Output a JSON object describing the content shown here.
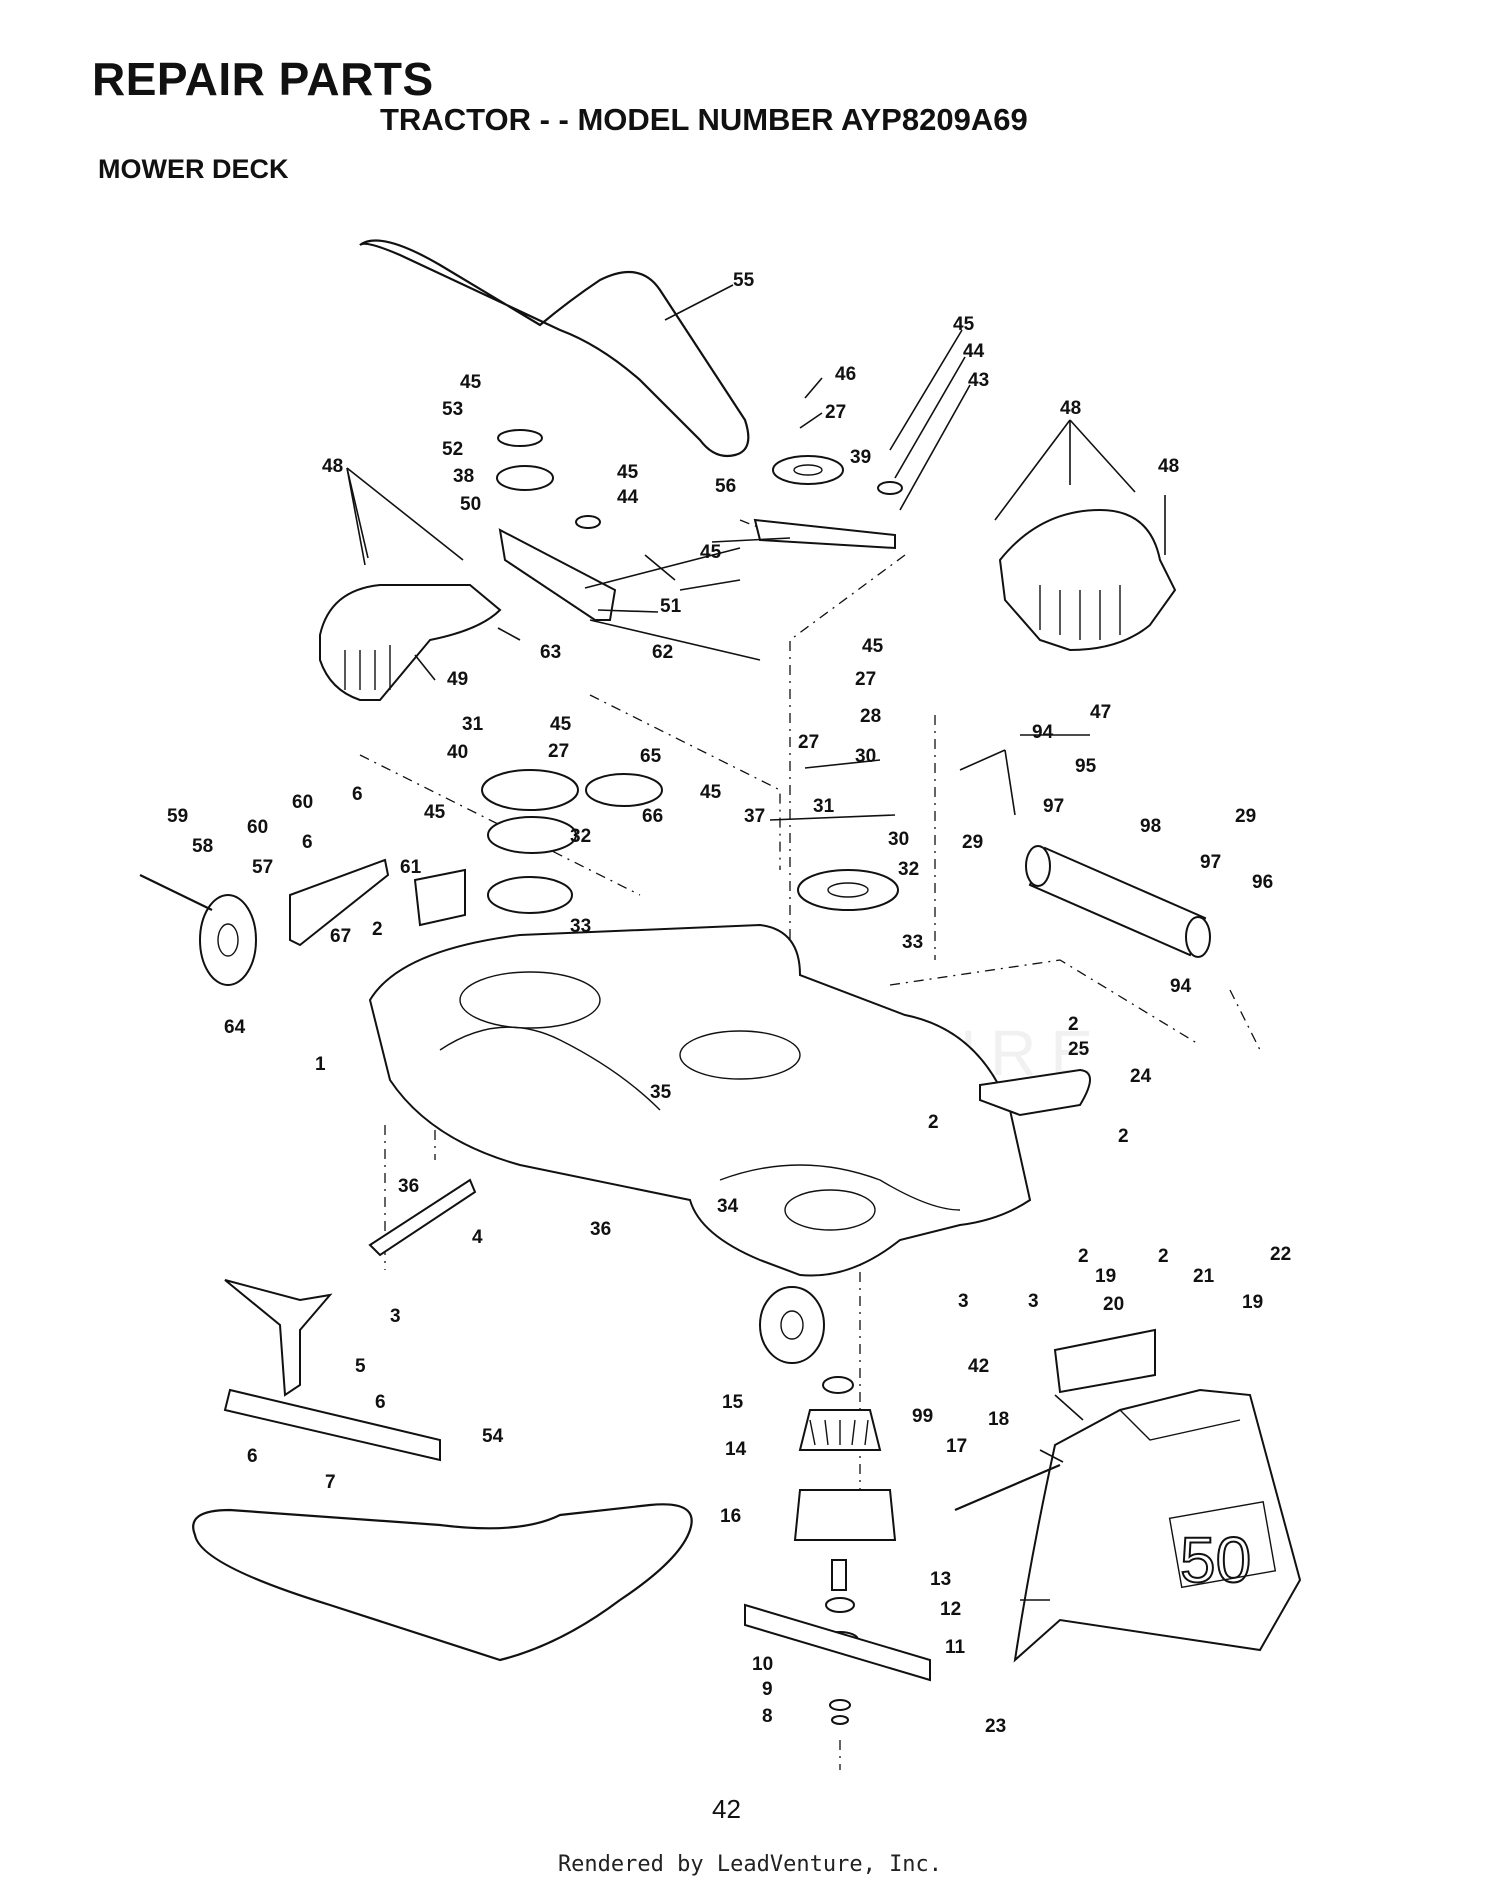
{
  "header": {
    "title": "REPAIR PARTS",
    "subtitle": "TRACTOR - - MODEL NUMBER AYP8209A69",
    "section": "MOWER DECK"
  },
  "page_number": "42",
  "footer": "Rendered by LeadVenture, Inc.",
  "watermark": "LEADVENTURE",
  "deck_badge": "50",
  "callouts": [
    {
      "id": "c55",
      "text": "55"
    },
    {
      "id": "c45a",
      "text": "45"
    },
    {
      "id": "c46",
      "text": "46"
    },
    {
      "id": "c44a",
      "text": "44"
    },
    {
      "id": "c43",
      "text": "43"
    },
    {
      "id": "c27a",
      "text": "27"
    },
    {
      "id": "c45b",
      "text": "45"
    },
    {
      "id": "c53",
      "text": "53"
    },
    {
      "id": "c39",
      "text": "39"
    },
    {
      "id": "c48a",
      "text": "48"
    },
    {
      "id": "c52",
      "text": "52"
    },
    {
      "id": "c48b",
      "text": "48"
    },
    {
      "id": "c48c",
      "text": "48"
    },
    {
      "id": "c45c",
      "text": "45"
    },
    {
      "id": "c38",
      "text": "38"
    },
    {
      "id": "c44b",
      "text": "44"
    },
    {
      "id": "c56",
      "text": "56"
    },
    {
      "id": "c50",
      "text": "50"
    },
    {
      "id": "c45d",
      "text": "45"
    },
    {
      "id": "c51",
      "text": "51"
    },
    {
      "id": "c63",
      "text": "63"
    },
    {
      "id": "c62",
      "text": "62"
    },
    {
      "id": "c45e",
      "text": "45"
    },
    {
      "id": "c49",
      "text": "49"
    },
    {
      "id": "c27b",
      "text": "27"
    },
    {
      "id": "c47",
      "text": "47"
    },
    {
      "id": "c28",
      "text": "28"
    },
    {
      "id": "c31a",
      "text": "31"
    },
    {
      "id": "c45f",
      "text": "45"
    },
    {
      "id": "c27c",
      "text": "27"
    },
    {
      "id": "c40",
      "text": "40"
    },
    {
      "id": "c27d",
      "text": "27"
    },
    {
      "id": "c65",
      "text": "65"
    },
    {
      "id": "c94a",
      "text": "94"
    },
    {
      "id": "c30a",
      "text": "30"
    },
    {
      "id": "c95",
      "text": "95"
    },
    {
      "id": "c6a",
      "text": "6"
    },
    {
      "id": "c45g",
      "text": "45"
    },
    {
      "id": "c60a",
      "text": "60"
    },
    {
      "id": "c45h",
      "text": "45"
    },
    {
      "id": "c66",
      "text": "66"
    },
    {
      "id": "c37",
      "text": "37"
    },
    {
      "id": "c31b",
      "text": "31"
    },
    {
      "id": "c97a",
      "text": "97"
    },
    {
      "id": "c59",
      "text": "59"
    },
    {
      "id": "c60b",
      "text": "60"
    },
    {
      "id": "c98",
      "text": "98"
    },
    {
      "id": "c29a",
      "text": "29"
    },
    {
      "id": "c58",
      "text": "58"
    },
    {
      "id": "c6b",
      "text": "6"
    },
    {
      "id": "c32a",
      "text": "32"
    },
    {
      "id": "c30b",
      "text": "30"
    },
    {
      "id": "c29b",
      "text": "29"
    },
    {
      "id": "c57",
      "text": "57"
    },
    {
      "id": "c61",
      "text": "61"
    },
    {
      "id": "c32b",
      "text": "32"
    },
    {
      "id": "c97b",
      "text": "97"
    },
    {
      "id": "c96",
      "text": "96"
    },
    {
      "id": "c33a",
      "text": "33"
    },
    {
      "id": "c2a",
      "text": "2"
    },
    {
      "id": "c67",
      "text": "67"
    },
    {
      "id": "c33b",
      "text": "33"
    },
    {
      "id": "c64",
      "text": "64"
    },
    {
      "id": "c94b",
      "text": "94"
    },
    {
      "id": "c1",
      "text": "1"
    },
    {
      "id": "c2b",
      "text": "2"
    },
    {
      "id": "c25",
      "text": "25"
    },
    {
      "id": "c35",
      "text": "35"
    },
    {
      "id": "c24",
      "text": "24"
    },
    {
      "id": "c2c",
      "text": "2"
    },
    {
      "id": "c2d",
      "text": "2"
    },
    {
      "id": "c36a",
      "text": "36"
    },
    {
      "id": "c34",
      "text": "34"
    },
    {
      "id": "c4",
      "text": "4"
    },
    {
      "id": "c36b",
      "text": "36"
    },
    {
      "id": "c22",
      "text": "22"
    },
    {
      "id": "c2e",
      "text": "2"
    },
    {
      "id": "c2f",
      "text": "2"
    },
    {
      "id": "c21",
      "text": "21"
    },
    {
      "id": "c19a",
      "text": "19"
    },
    {
      "id": "c3a",
      "text": "3"
    },
    {
      "id": "c3b",
      "text": "3"
    },
    {
      "id": "c3c",
      "text": "3"
    },
    {
      "id": "c20",
      "text": "20"
    },
    {
      "id": "c19b",
      "text": "19"
    },
    {
      "id": "c42",
      "text": "42"
    },
    {
      "id": "c5",
      "text": "5"
    },
    {
      "id": "c15",
      "text": "15"
    },
    {
      "id": "c99",
      "text": "99"
    },
    {
      "id": "c6c",
      "text": "6"
    },
    {
      "id": "c18",
      "text": "18"
    },
    {
      "id": "c14",
      "text": "14"
    },
    {
      "id": "c54",
      "text": "54"
    },
    {
      "id": "c17",
      "text": "17"
    },
    {
      "id": "c6d",
      "text": "6"
    },
    {
      "id": "c7",
      "text": "7"
    },
    {
      "id": "c16",
      "text": "16"
    },
    {
      "id": "c13",
      "text": "13"
    },
    {
      "id": "c12",
      "text": "12"
    },
    {
      "id": "c11",
      "text": "11"
    },
    {
      "id": "c10",
      "text": "10"
    },
    {
      "id": "c9",
      "text": "9"
    },
    {
      "id": "c8",
      "text": "8"
    },
    {
      "id": "c23",
      "text": "23"
    }
  ]
}
